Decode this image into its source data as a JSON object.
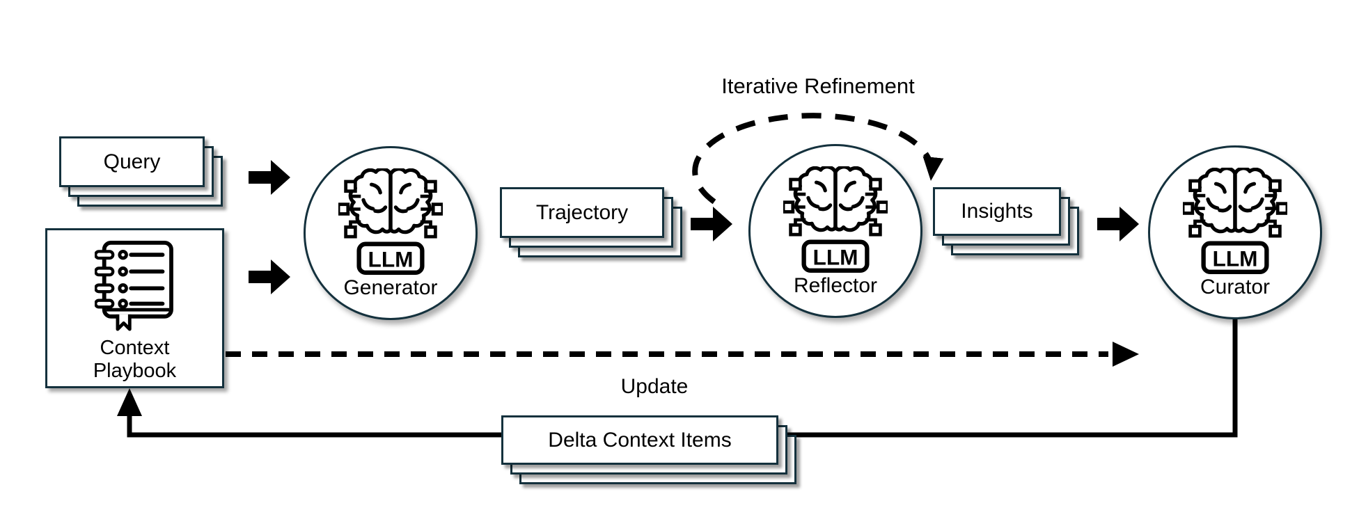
{
  "labels": {
    "iterative_refinement": "Iterative Refinement",
    "update": "Update"
  },
  "nodes": {
    "query": {
      "label": "Query"
    },
    "context_playbook": {
      "label": "Context Playbook",
      "icon": "notebook-icon"
    },
    "generator": {
      "label": "Generator",
      "badge": "LLM",
      "icon": "brain-circuit-icon"
    },
    "trajectory": {
      "label": "Trajectory"
    },
    "reflector": {
      "label": "Reflector",
      "badge": "LLM",
      "icon": "brain-circuit-icon"
    },
    "insights": {
      "label": "Insights"
    },
    "curator": {
      "label": "Curator",
      "badge": "LLM",
      "icon": "brain-circuit-icon"
    },
    "delta_context_items": {
      "label": "Delta Context Items"
    }
  },
  "edges": [
    {
      "from": "query",
      "to": "generator",
      "style": "block-arrow"
    },
    {
      "from": "context_playbook",
      "to": "generator",
      "style": "block-arrow"
    },
    {
      "from": "trajectory",
      "to": "reflector",
      "style": "block-arrow"
    },
    {
      "from": "insights",
      "to": "curator",
      "style": "block-arrow"
    },
    {
      "from": "reflector",
      "to": "reflector",
      "style": "dashed-loop",
      "label": "Iterative Refinement"
    },
    {
      "from": "context_playbook",
      "to": "curator",
      "style": "dashed-arrow",
      "label": "Update"
    },
    {
      "from": "curator",
      "to": "context_playbook",
      "style": "solid-elbow",
      "via": "delta_context_items"
    }
  ],
  "colors": {
    "box_border": "#14313d",
    "arrow": "#000000",
    "background": "#ffffff"
  }
}
